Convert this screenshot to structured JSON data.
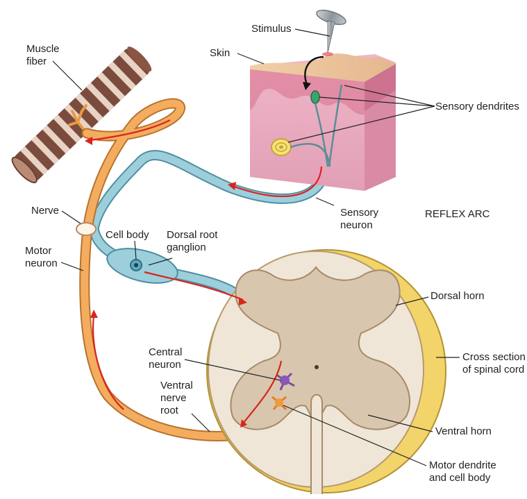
{
  "title": "REFLEX ARC",
  "labels": {
    "stimulus": "Stimulus",
    "skin": "Skin",
    "muscle_fiber": [
      "Muscle",
      "fiber"
    ],
    "sensory_dendrites": "Sensory dendrites",
    "nerve": "Nerve",
    "sensory_neuron": [
      "Sensory",
      "neuron"
    ],
    "cell_body": "Cell body",
    "dorsal_root_ganglion": [
      "Dorsal root",
      "ganglion"
    ],
    "motor_neuron": [
      "Motor",
      "neuron"
    ],
    "dorsal_horn": "Dorsal horn",
    "cross_section": [
      "Cross section",
      "of spinal cord"
    ],
    "central_neuron": [
      "Central",
      "neuron"
    ],
    "ventral_nerve_root": [
      "Ventral",
      "nerve",
      "root"
    ],
    "ventral_horn": "Ventral horn",
    "motor_dendrite": [
      "Motor dendrite",
      "and cell body"
    ]
  },
  "colors": {
    "sensory": "#8fc3cf",
    "motor": "#f0a85a",
    "signal_arrow": "#d8251e",
    "skin": "#e9a9bf",
    "cord_outer": "#f3d46a",
    "grey_matter": "#d9c6ae",
    "white_matter": "#efe6d8"
  }
}
